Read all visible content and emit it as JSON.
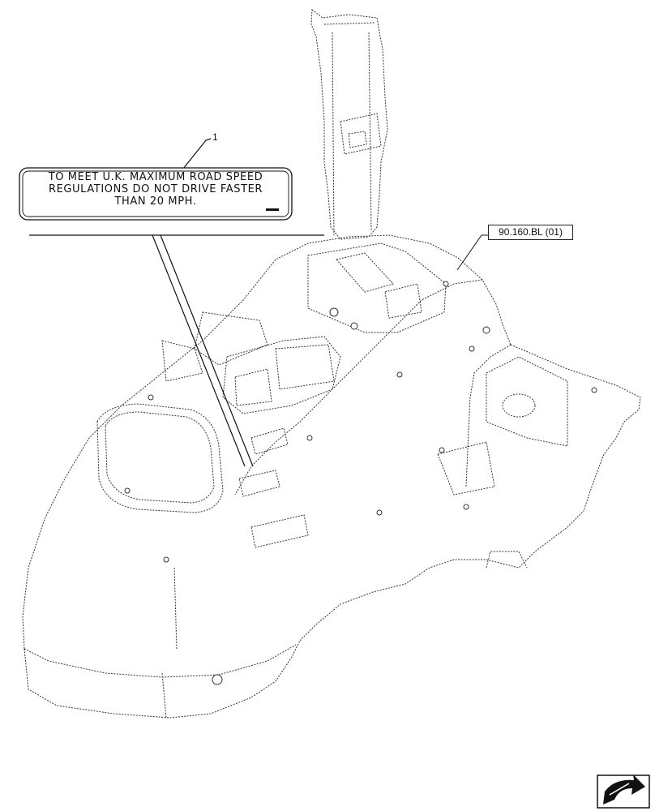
{
  "diagram": {
    "callout_number": "1",
    "decal_lines": [
      "TO MEET U.K. MAXIMUM ROAD SPEED",
      "REGULATIONS  DO NOT DRIVE FASTER",
      "THAN 20 MPH."
    ],
    "reference": "90.160.BL (01)"
  },
  "navigation": {
    "icon": "next-page-arrow-icon"
  },
  "colors": {
    "line": "#222222",
    "background": "#ffffff"
  }
}
